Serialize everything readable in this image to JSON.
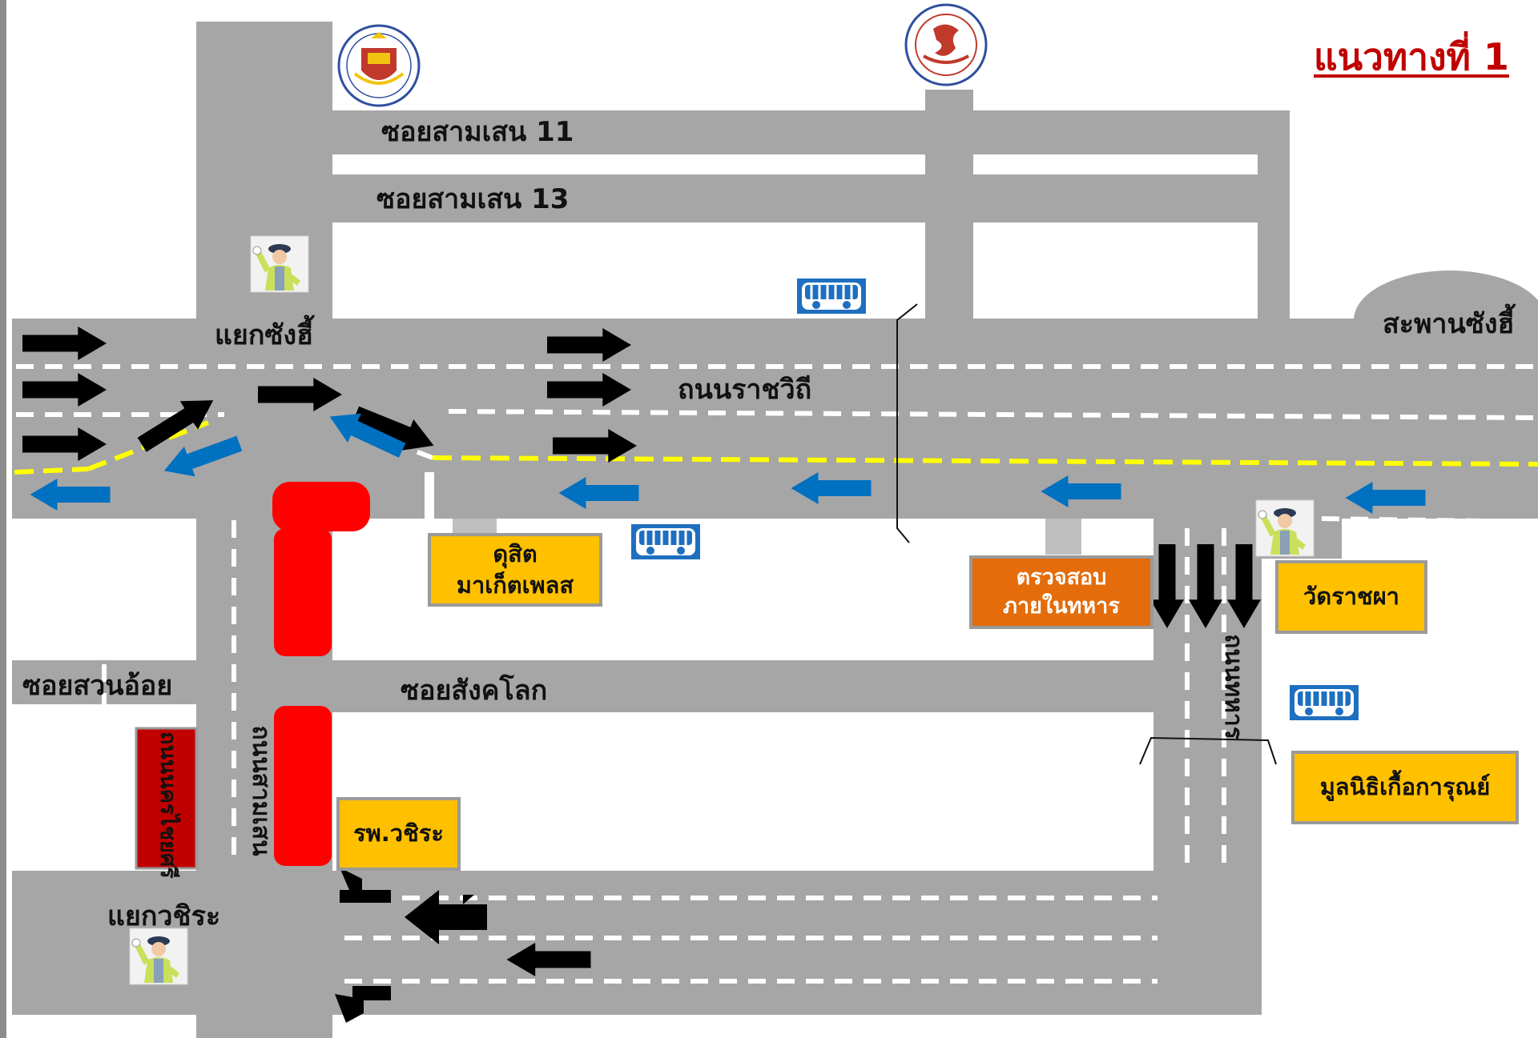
{
  "title": "แนวทางที่ 1",
  "roads": {
    "soi_samsen_11": "ซอยสามเสน 11",
    "soi_samsen_13": "ซอยสามเสน 13",
    "yaek_sang_hi": "แยกซังฮี้",
    "thanon_rajavithi": "ถนนราชวิถี",
    "saphan_sang_hi": "สะพานซังฮี้",
    "soi_suan_oi": "ซอยสวนอ้อย",
    "soi_sangkhalok": "ซอยสังคโลก",
    "yaek_vajira": "แยกวชิระ",
    "thanon_samsen": "ถนนสามเสน",
    "thanon_thahan": "ถนนทหาร",
    "thanon_nakhonchaisri": "ถนนนครไชยศรี"
  },
  "places": {
    "dusit_market_line1": "ดุสิต",
    "dusit_market_line2": "มาเก็ตเพลส",
    "military_inspection_line1": "ตรวจสอบ",
    "military_inspection_line2": "ภายในทหาร",
    "wat_rachapha": "วัดราชผา",
    "vajira_hospital": "รพ.วชิระ",
    "foundation": "มูลนิธิเกื้อการุณย์"
  },
  "colors": {
    "road": "#a6a6a6",
    "lane_marking": "#ffffff",
    "center_line": "#ffff00",
    "blocked": "#ff0000",
    "dark_red_label": "#c00000",
    "inbound_arrow": "#0070c0",
    "outbound_arrow": "#000000",
    "title": "#c00000",
    "place_yellow": "#ffc000",
    "place_orange": "#e46c0a"
  },
  "icons": [
    "school-emblem-icon",
    "school-emblem-icon",
    "traffic-police-icon",
    "bus-stop-icon",
    "traffic-direction-arrow-icon"
  ]
}
